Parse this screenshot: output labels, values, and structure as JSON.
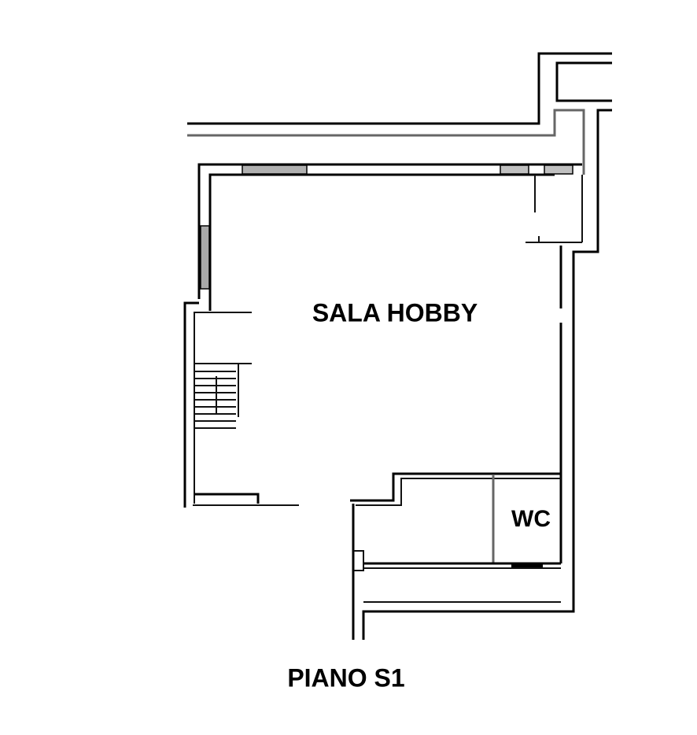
{
  "rooms": {
    "main": "SALA HOBBY",
    "bathroom": "WC"
  },
  "floor_label": "PIANO S1",
  "colors": {
    "wall": "#000000",
    "window": "#b0b0b0"
  }
}
